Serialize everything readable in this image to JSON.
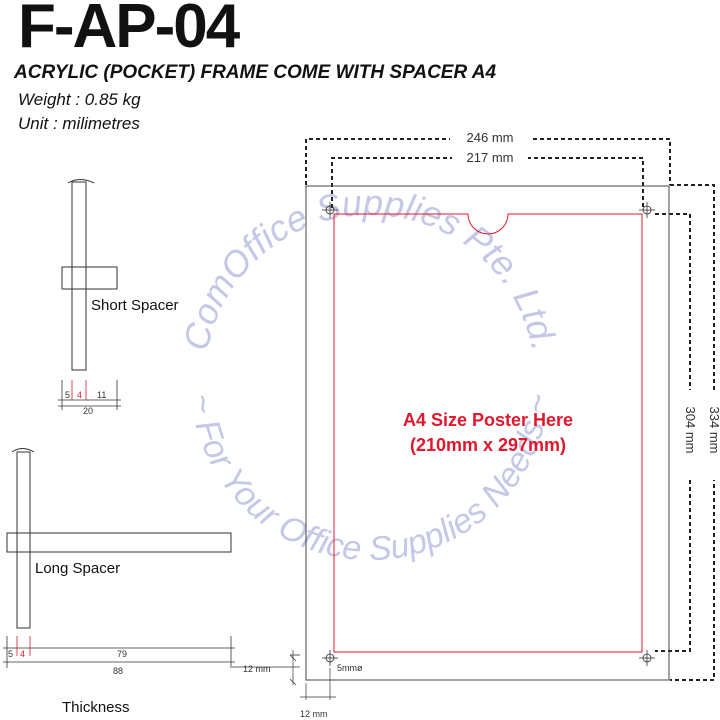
{
  "header": {
    "product_code": "F-AP-04",
    "description": "ACRYLIC (POCKET) FRAME COME WITH SPACER A4",
    "weight": "Weight : 0.85 kg",
    "unit": "Unit : milimetres"
  },
  "short_spacer": {
    "label": "Short Spacer",
    "dims": [
      "5",
      "4",
      "11",
      "20"
    ]
  },
  "long_spacer": {
    "label": "Long Spacer",
    "dims": [
      "5",
      "4",
      "79",
      "88"
    ]
  },
  "thickness_label": "Thickness",
  "frame": {
    "outer_width": "246 mm",
    "inner_width": "217 mm",
    "outer_height": "334 mm",
    "inner_height": "304 mm",
    "poster_line1": "A4 Size Poster Here",
    "poster_line2": "(210mm x 297mm)",
    "hole_diameter": "5mmø",
    "offset_x": "12 mm",
    "offset_y": "12 mm"
  },
  "watermark": {
    "arc_top": "ComOffice Supplies Pte. Ltd.",
    "arc_bottom": "~ For Your Office Supplies Needs ~"
  },
  "colors": {
    "poster_border": "#e0182d",
    "poster_text": "#e0182d",
    "watermark": "#c5c7e6",
    "line": "#333333"
  }
}
